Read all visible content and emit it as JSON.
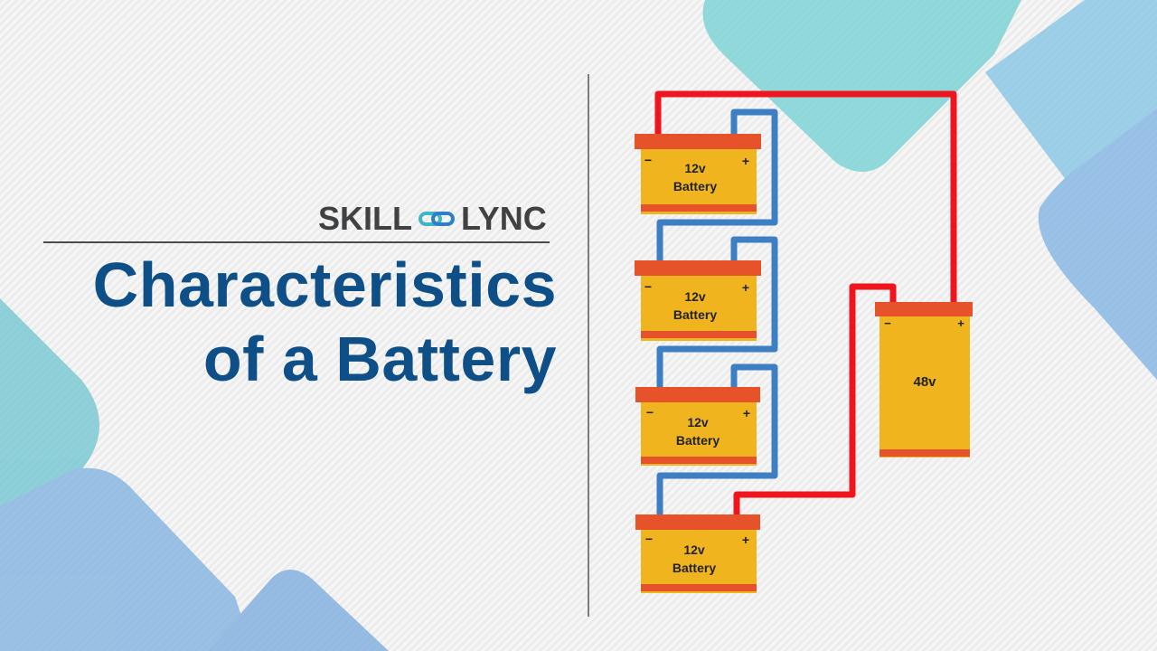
{
  "brand": {
    "name_left": "SKILL",
    "name_right": "LYNC",
    "logo_icon": "chain-link-icon"
  },
  "title": {
    "line1": "Characteristics",
    "line2": "of a Battery"
  },
  "diagram": {
    "battery_voltage": "12v",
    "battery_word": "Battery",
    "pack_voltage": "48v",
    "minus_sign": "−",
    "plus_sign": "+",
    "colors": {
      "positive_wire": "#f0141e",
      "negative_wire": "#3e7fc4",
      "battery_body": "#f0b41e",
      "battery_cap": "#e6532a",
      "title": "#0d4f86"
    }
  }
}
